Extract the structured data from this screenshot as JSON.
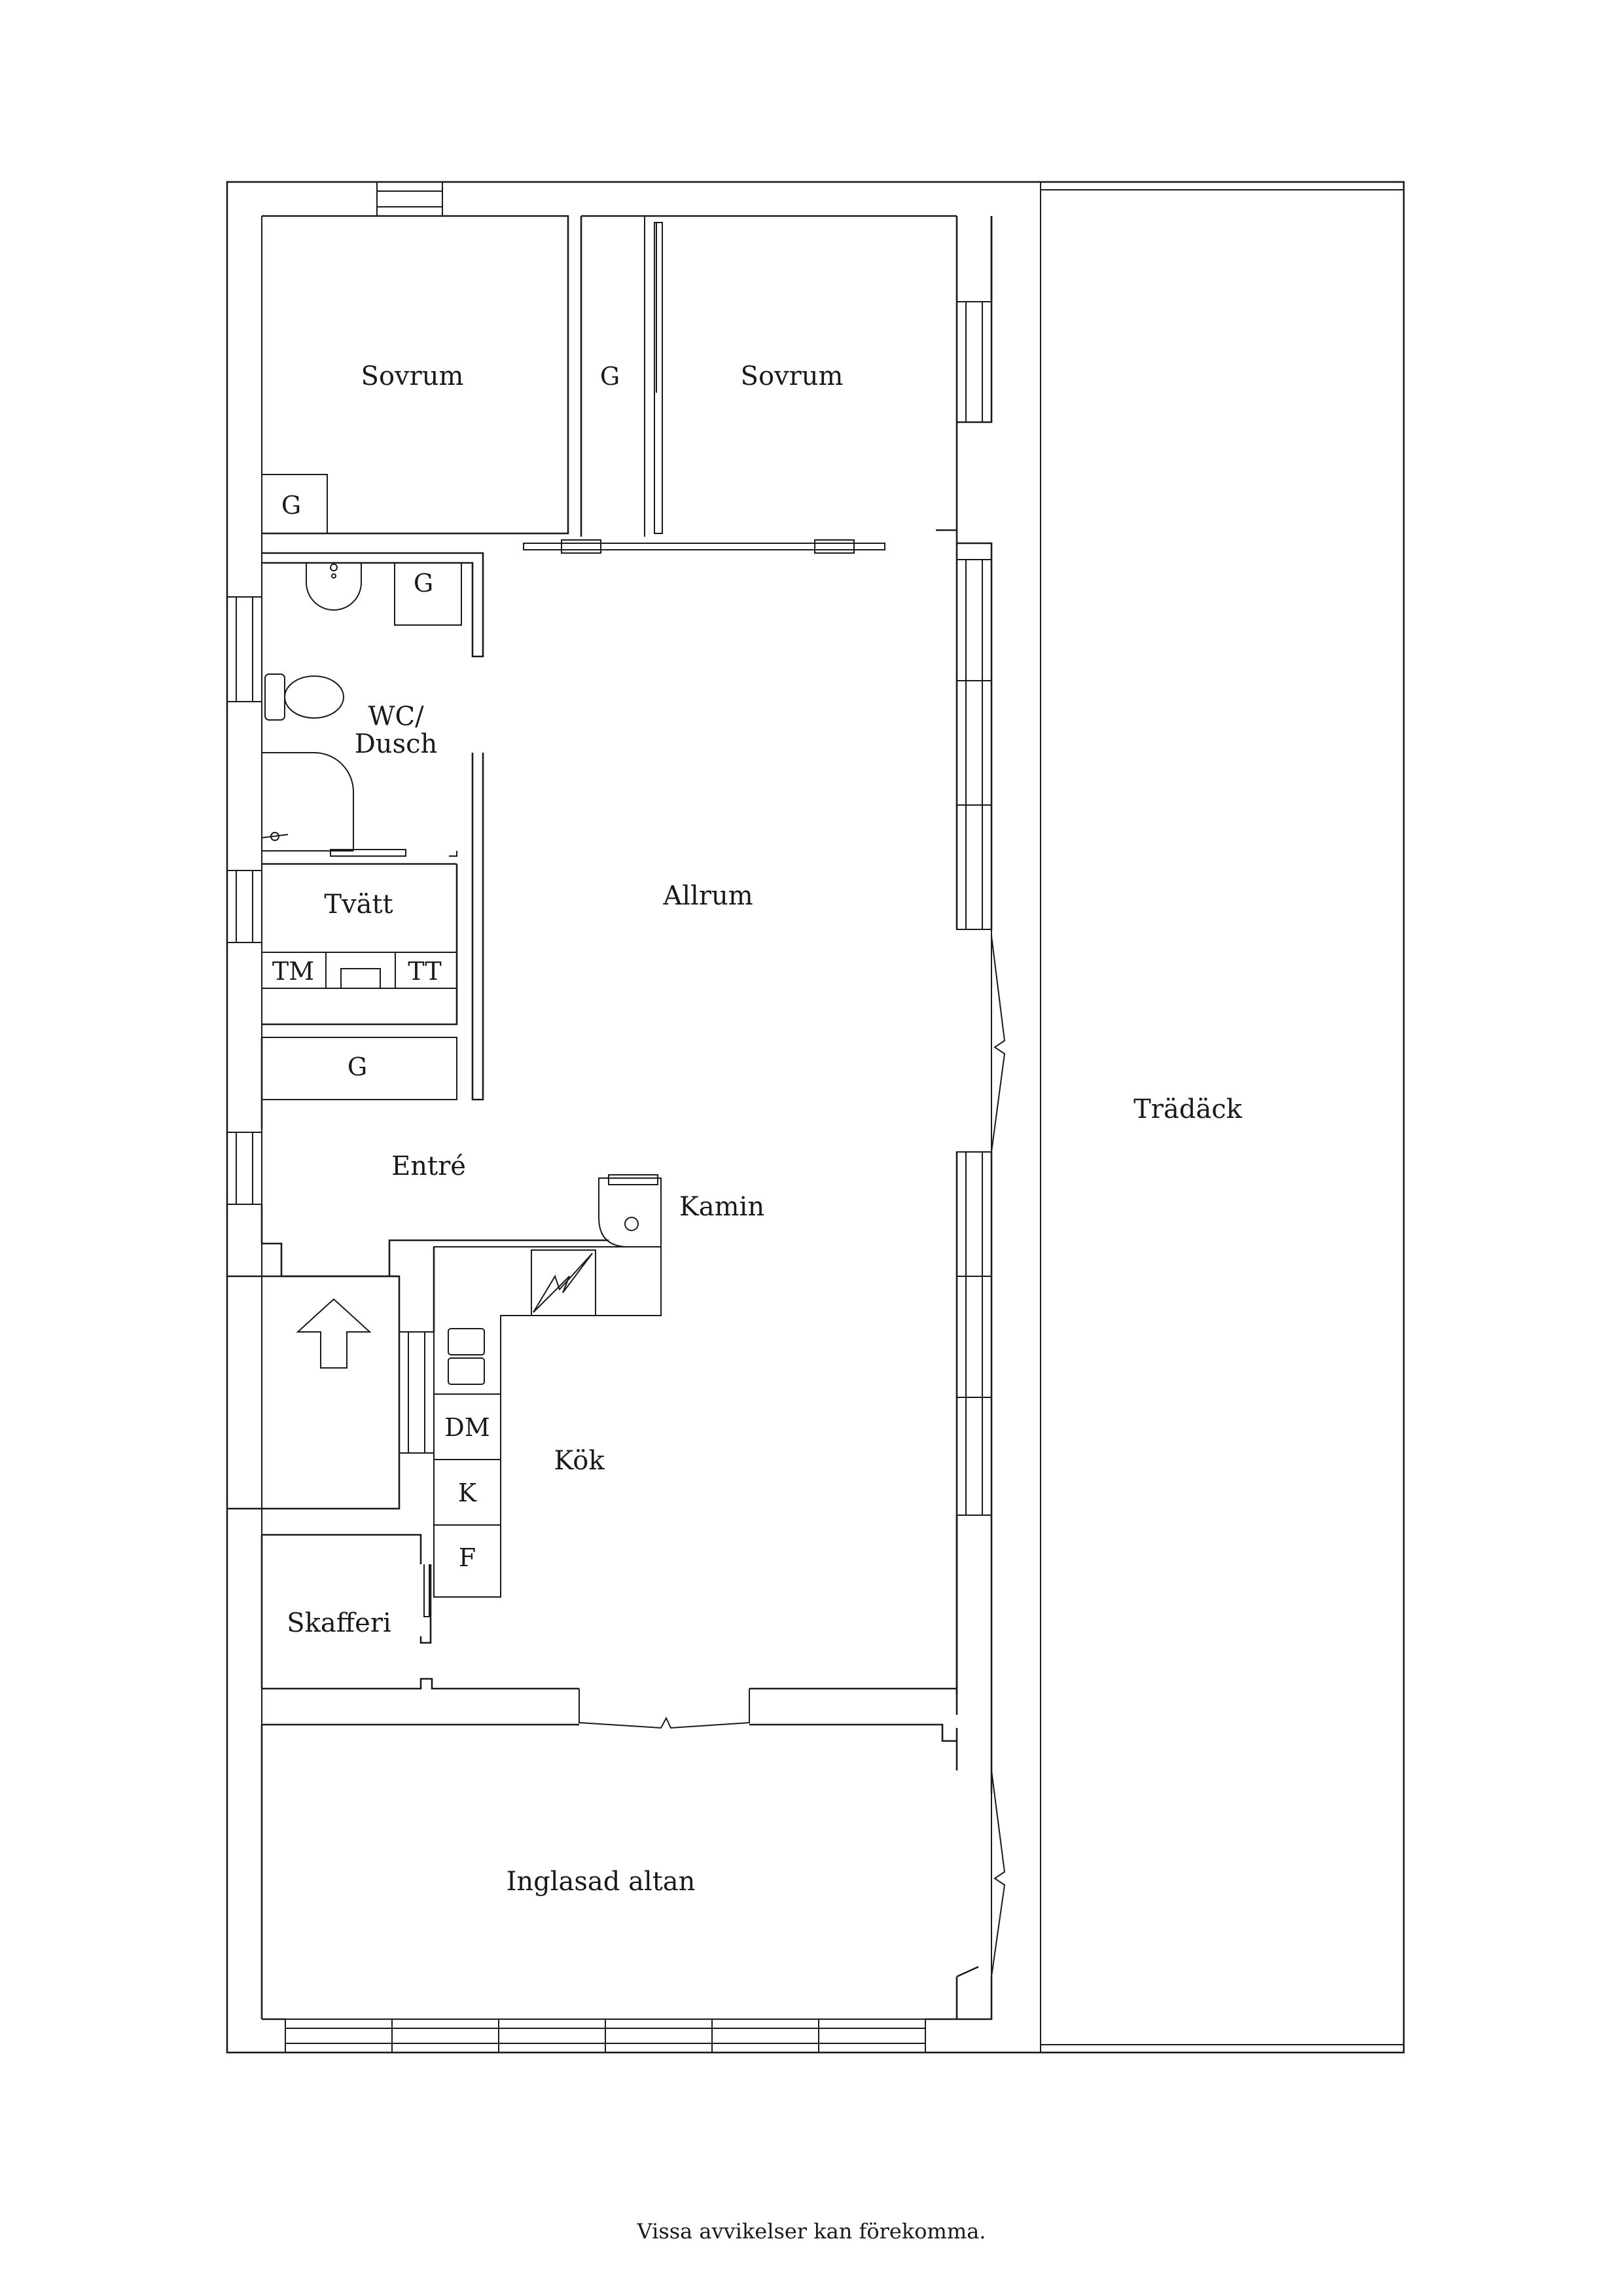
{
  "rooms": {
    "sovrum_left": "Sovrum",
    "sovrum_right": "Sovrum",
    "wc_line1": "WC/",
    "wc_line2": "Dusch",
    "tvatt": "Tvätt",
    "allrum": "Allrum",
    "tradack": "Trädäck",
    "entre": "Entré",
    "kamin": "Kamin",
    "kok": "Kök",
    "skafferi": "Skafferi",
    "inglasad_altan": "Inglasad altan"
  },
  "fixtures": {
    "g_sovrum_left": "G",
    "g_sovrum_right": "G",
    "g_wc": "G",
    "g_hall": "G",
    "tm": "TM",
    "tt": "TT",
    "dm": "DM",
    "k": "K",
    "f": "F"
  },
  "footer": {
    "disclaimer": "Vissa avvikelser kan förekomma."
  }
}
